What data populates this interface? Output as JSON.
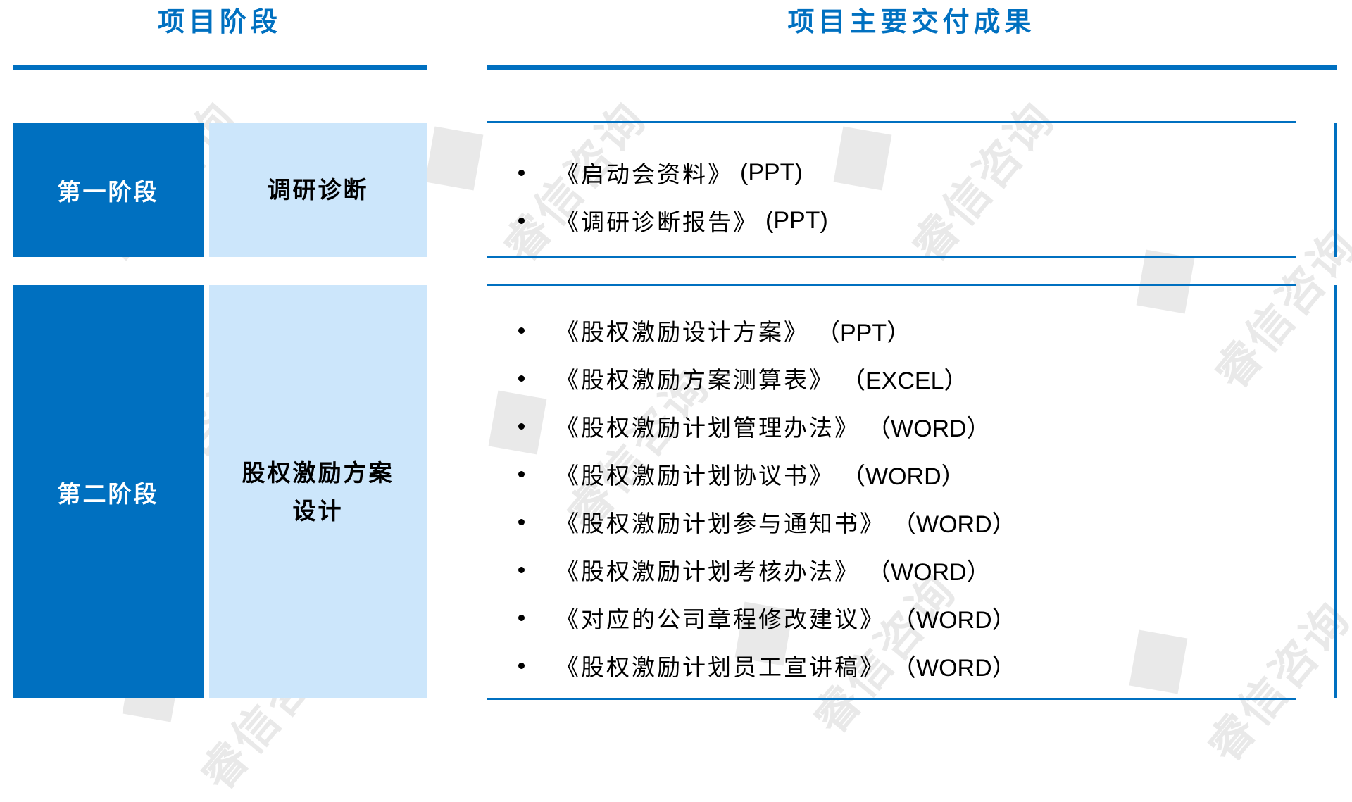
{
  "header": {
    "left_title": "项目阶段",
    "right_title": "项目主要交付成果"
  },
  "colors": {
    "primary_blue": "#0070C0",
    "light_blue": "#CCE6FB",
    "text": "#000000",
    "watermark": "#BDBDBD"
  },
  "watermark": {
    "text": "睿信咨询"
  },
  "stages": [
    {
      "label": "第一阶段",
      "name": "调研诊断",
      "deliverables": [
        {
          "bullet": "•",
          "title": "《启动会资料》",
          "format": "(PPT)"
        },
        {
          "bullet": "•",
          "title": "《调研诊断报告》",
          "format": "(PPT)"
        }
      ]
    },
    {
      "label": "第二阶段",
      "name_line1": "股权激励方案",
      "name_line2": "设计",
      "deliverables": [
        {
          "bullet": "•",
          "title": "《股权激励设计方案》",
          "format": "（PPT）"
        },
        {
          "bullet": "•",
          "title": "《股权激励方案测算表》",
          "format": "（EXCEL）"
        },
        {
          "bullet": "•",
          "title": "《股权激励计划管理办法》",
          "format": "（WORD）"
        },
        {
          "bullet": "•",
          "title": "《股权激励计划协议书》",
          "format": "（WORD）"
        },
        {
          "bullet": "•",
          "title": "《股权激励计划参与通知书》",
          "format": "（WORD）"
        },
        {
          "bullet": "•",
          "title": "《股权激励计划考核办法》",
          "format": "（WORD）"
        },
        {
          "bullet": "•",
          "title": "《对应的公司章程修改建议》",
          "format": "（WORD）"
        },
        {
          "bullet": "•",
          "title": "《股权激励计划员工宣讲稿》",
          "format": "（WORD）"
        }
      ]
    }
  ]
}
